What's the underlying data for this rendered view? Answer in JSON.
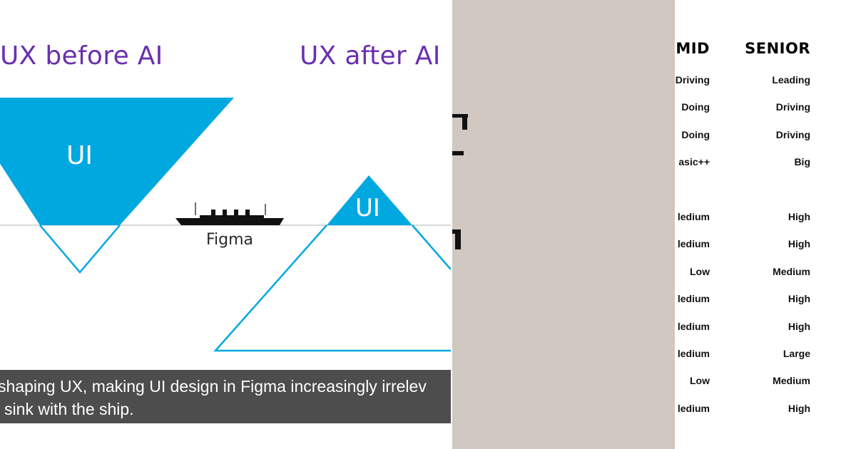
{
  "left": {
    "heading_before": "UX before AI",
    "heading_after": "UX after AI",
    "ui_label_big": "UI",
    "ui_label_small": "UI",
    "ship_label": "Figma",
    "caption_line_1": "shaping UX, making UI design in Figma increasingly irrelev",
    "caption_line_2": "r sink with the ship.",
    "colors": {
      "heading": "#6a2fb0",
      "triangle": "#00a8e0",
      "waterline": "#cccccc",
      "caption_bg": "#4d4d4d"
    }
  },
  "middle": {
    "background": "#d0c8c1"
  },
  "table": {
    "headers": {
      "mid": "MID",
      "senior": "SENIOR"
    },
    "rows": [
      {
        "mid": "Driving",
        "senior": "Leading"
      },
      {
        "mid": "Doing",
        "senior": "Driving"
      },
      {
        "mid": "Doing",
        "senior": "Driving"
      },
      {
        "mid": "asic++",
        "senior": "Big"
      },
      {
        "mid": "",
        "senior": ""
      },
      {
        "mid": "ledium",
        "senior": "High"
      },
      {
        "mid": "ledium",
        "senior": "High"
      },
      {
        "mid": "Low",
        "senior": "Medium"
      },
      {
        "mid": "ledium",
        "senior": "High"
      },
      {
        "mid": "ledium",
        "senior": "High"
      },
      {
        "mid": "ledium",
        "senior": "Large"
      },
      {
        "mid": "Low",
        "senior": "Medium"
      },
      {
        "mid": "ledium",
        "senior": "High"
      }
    ]
  }
}
